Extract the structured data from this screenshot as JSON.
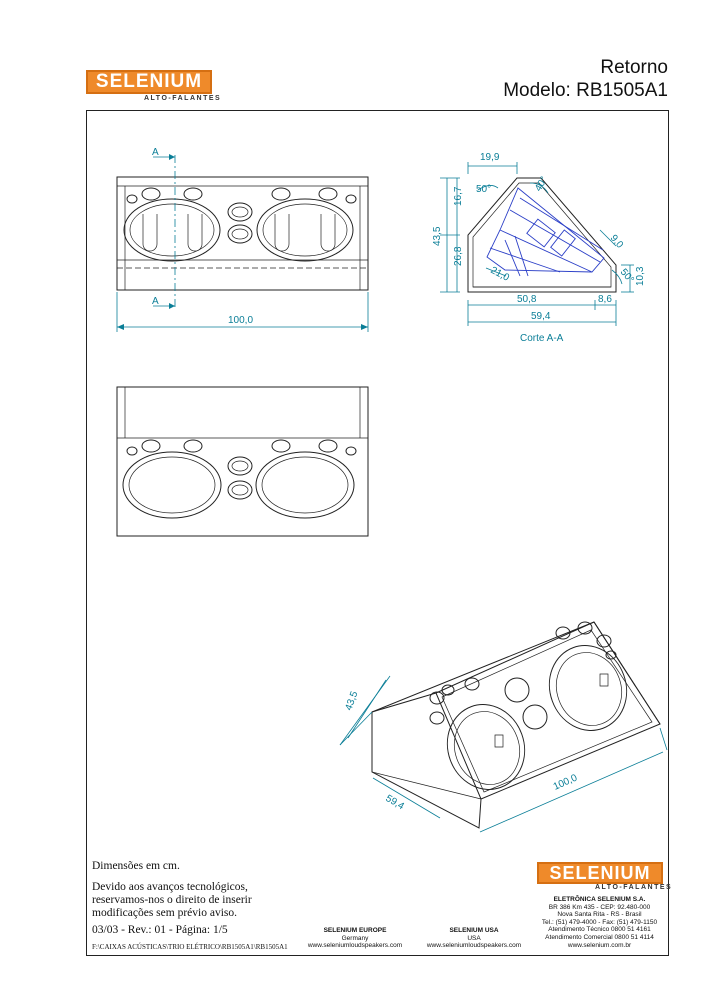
{
  "header": {
    "logo_text": "SELENIUM",
    "logo_sub": "ALTO-FALANTES",
    "title_line1": "Retorno",
    "title_line2": "Modelo: RB1505A1"
  },
  "drawings": {
    "front": {
      "section_mark": "A",
      "width_dim": "100,0"
    },
    "section": {
      "dims": [
        "19,9",
        "16,7",
        "43,5",
        "26,8",
        "50°",
        "40°",
        "9,0",
        "21,0",
        "50°",
        "10,3",
        "50,8",
        "8,6",
        "59,4"
      ],
      "caption": "Corte A-A"
    },
    "iso": {
      "dims": [
        "43,5",
        "59,4",
        "100,0"
      ]
    }
  },
  "notes": {
    "units": "Dimensões em cm.",
    "disclaimer_1": "Devido aos avanços tecnológicos,",
    "disclaimer_2": "reservamos-nos o direito de inserir",
    "disclaimer_3": "modificações sem prévio aviso.",
    "revision": "03/03 - Rev.: 01 - Página: 1/5",
    "path": "F:\\CAIXAS ACÚSTICAS\\TRIO ELÉTRICO\\RB1505A1\\RB1505A1"
  },
  "footer": {
    "europe_name": "SELENIUM EUROPE",
    "europe_country": "Germany",
    "europe_url": "www.seleniumloudspeakers.com",
    "usa_name": "SELENIUM USA",
    "usa_country": "USA",
    "usa_url": "www.seleniumloudspeakers.com",
    "company": "ELETRÔNICA SELENIUM S.A.",
    "address_1": "BR 386 Km 435 - CEP: 92.480-000",
    "address_2": "Nova Santa Rita - RS - Brasil",
    "phone": "Tel.: (51) 479-4000 - Fax: (51) 479-1150",
    "tech_support": "Atendimento Técnico 0800 51 4161",
    "sales_support": "Atendimento Comercial 0800 51 4114",
    "website": "www.selenium.com.br"
  },
  "colors": {
    "brand_orange": "#ef8a2a",
    "dimension_teal": "#0a7e97",
    "speaker_blue": "#2b3fc7"
  }
}
